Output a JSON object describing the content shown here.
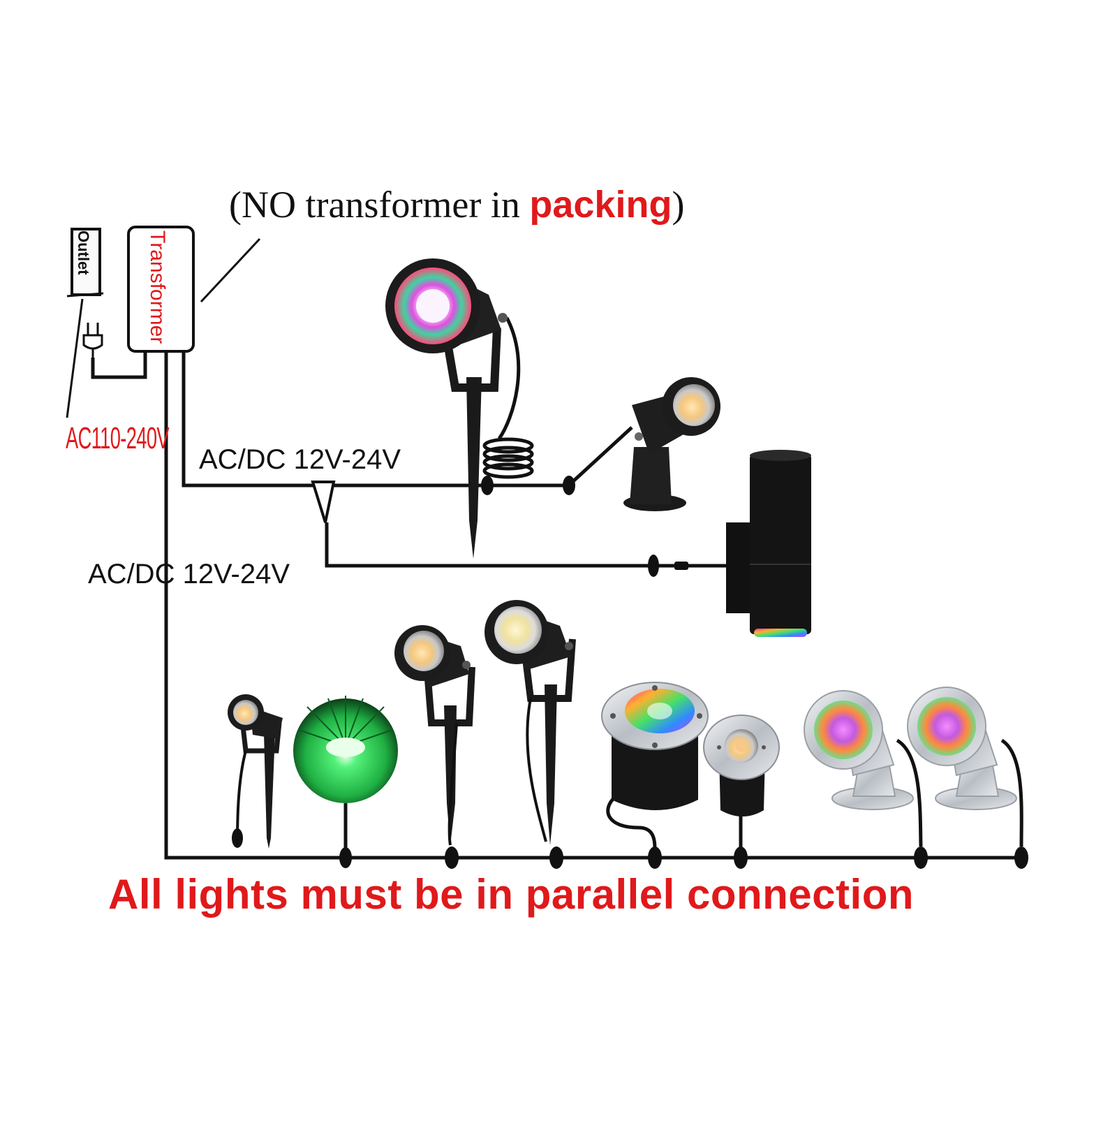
{
  "note": {
    "prefix": "(NO transformer in ",
    "highlight": "packing",
    "suffix": ")"
  },
  "outlet_label": "Outlet",
  "transformer_label": "Transformer",
  "input_voltage": "AC110-240V",
  "output_voltage_upper": "AC/DC 12V-24V",
  "output_voltage_lower": "AC/DC 12V-24V",
  "bottom_note": "All lights must be in parallel connection",
  "colors": {
    "accent_red": "#e0191b",
    "wire": "#111111",
    "fixture": "#1b1b1b",
    "steel": "#c9cdd2"
  },
  "icons": [
    "outlet-icon",
    "plug-icon",
    "transformer-box",
    "spotlight-icon",
    "wall-light-icon",
    "inground-light-icon",
    "fan-light-icon",
    "stainless-spotlight-icon"
  ]
}
